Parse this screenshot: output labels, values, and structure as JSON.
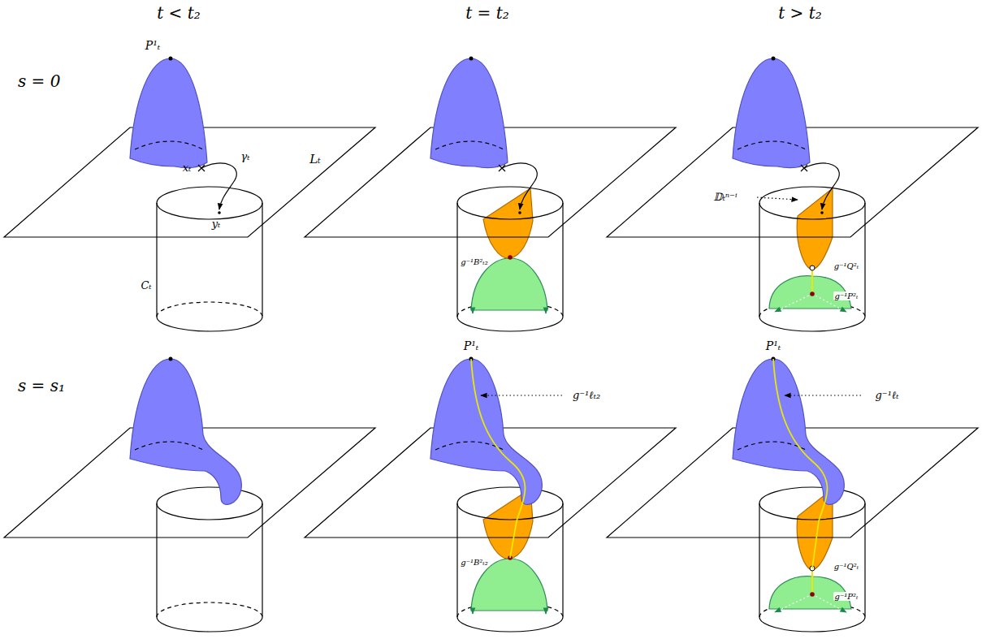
{
  "diagram": {
    "labels": [
      "t < t₂",
      "t = t₂",
      "t > t₂",
      "s = 0",
      "P¹ₜ",
      "Lₜ",
      "xₜ",
      "γₜ",
      "yₜ",
      "Cₜ",
      "g⁻¹B²ₜ₂",
      "𝔻ₜⁿ⁻ⁱ",
      "g⁻¹Q²ₜ",
      "g⁻¹P²ₜ",
      "s = s₁",
      "P¹ₜ",
      "g⁻¹ℓₜ₂",
      "g⁻¹B²ₜ₂",
      "P¹ₜ",
      "g⁻¹ℓₜ",
      "g⁻¹Q²ₜ",
      "g⁻¹P²ₜ"
    ]
  }
}
